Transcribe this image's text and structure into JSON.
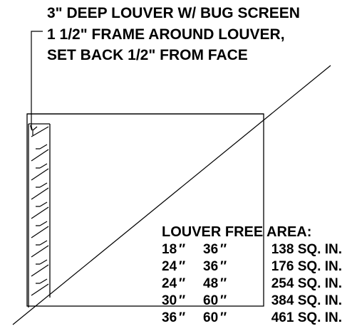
{
  "notes": {
    "line1": "3\" DEEP LOUVER W/ BUG SCREEN",
    "line2": "1 1/2\" FRAME AROUND LOUVER,",
    "line3": "SET BACK 1/2\" FROM FACE"
  },
  "free_area": {
    "title": "LOUVER FREE AREA:",
    "rows": [
      {
        "w": "18",
        "h": "36",
        "area": "138 SQ. IN."
      },
      {
        "w": "24",
        "h": "36",
        "area": "176 SQ. IN."
      },
      {
        "w": "24",
        "h": "48",
        "area": "254 SQ. IN."
      },
      {
        "w": "30",
        "h": "60",
        "area": "384 SQ. IN."
      },
      {
        "w": "36",
        "h": "60",
        "area": "461 SQ. IN."
      }
    ],
    "inch_mark": "″"
  }
}
